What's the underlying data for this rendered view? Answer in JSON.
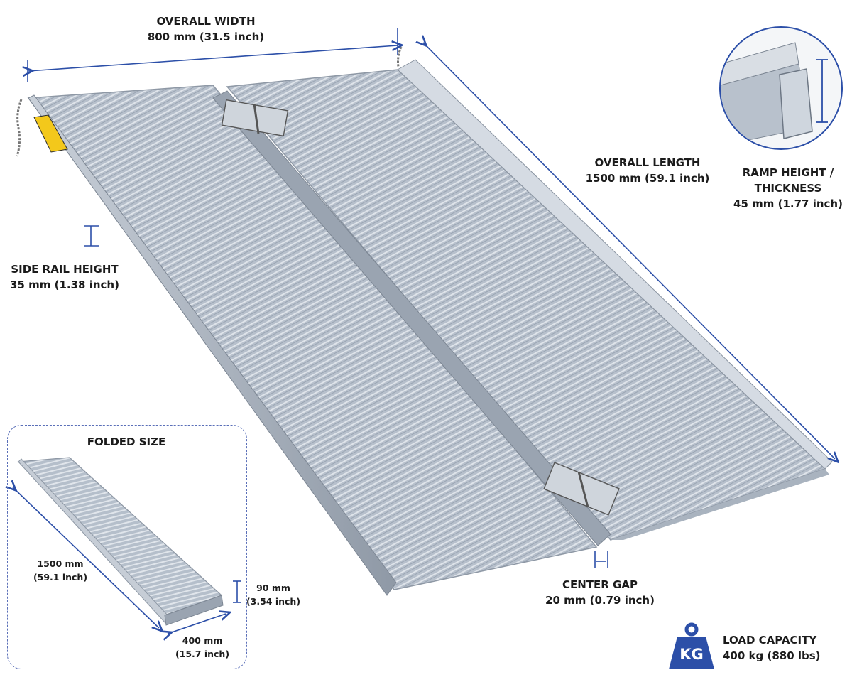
{
  "dimensions": {
    "overall_width": {
      "title": "OVERALL WIDTH",
      "value": "800 mm (31.5 inch)"
    },
    "overall_length": {
      "title": "OVERALL LENGTH",
      "value": "1500 mm (59.1 inch)"
    },
    "ramp_height": {
      "title_line1": "RAMP HEIGHT /",
      "title_line2": "THICKNESS",
      "value": "45 mm (1.77 inch)"
    },
    "side_rail_height": {
      "title": "SIDE RAIL HEIGHT",
      "value": "35 mm (1.38 inch)"
    },
    "center_gap": {
      "title": "CENTER GAP",
      "value": "20 mm (0.79 inch)"
    }
  },
  "folded": {
    "title": "FOLDED SIZE",
    "length_line1": "1500 mm",
    "length_line2": "(59.1 inch)",
    "height_line1": "90 mm",
    "height_line2": "(3.54 inch)",
    "width_line1": "400 mm",
    "width_line2": "(15.7 inch)"
  },
  "load": {
    "icon_text": "KG",
    "title": "LOAD CAPACITY",
    "value": "400 kg (880 lbs)"
  },
  "colors": {
    "accent": "#2c4fa8",
    "metal": "#b9c2ce"
  }
}
